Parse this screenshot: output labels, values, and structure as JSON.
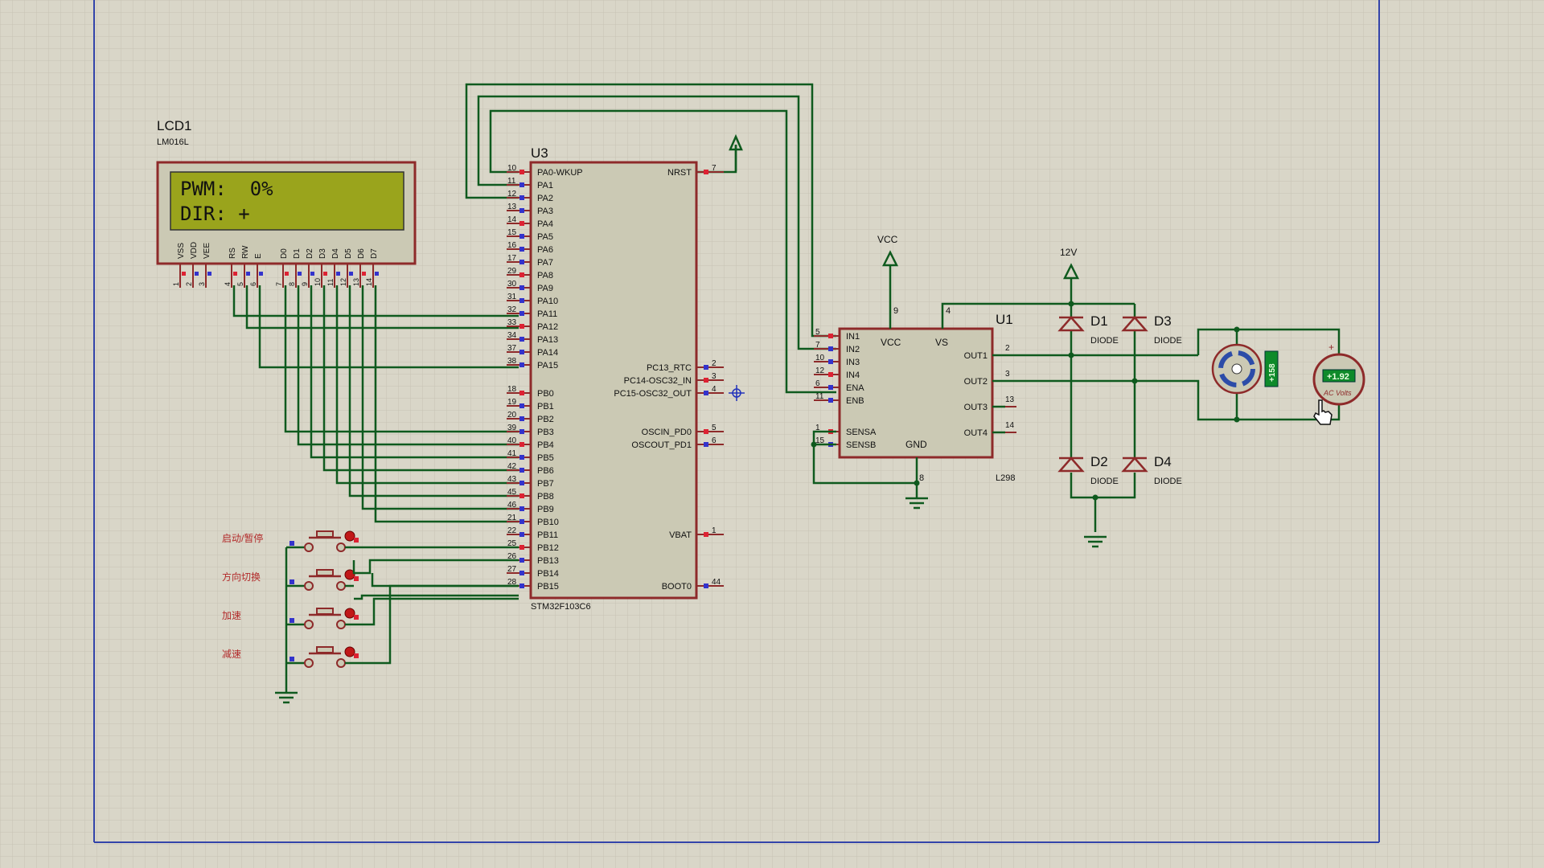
{
  "lcd": {
    "ref": "LCD1",
    "model": "LM016L",
    "line1": "PWM:  0%",
    "line2": "DIR: +",
    "pin_labels": [
      "VSS",
      "VDD",
      "VEE",
      "RS",
      "RW",
      "E",
      "D0",
      "D1",
      "D2",
      "D3",
      "D4",
      "D5",
      "D6",
      "D7"
    ],
    "pin_numbers": [
      "1",
      "2",
      "3",
      "4",
      "5",
      "6",
      "7",
      "8",
      "9",
      "10",
      "11",
      "12",
      "13",
      "14"
    ]
  },
  "mcu": {
    "ref": "U3",
    "part": "STM32F103C6",
    "left_pins": [
      {
        "num": "10",
        "name": "PA0-WKUP"
      },
      {
        "num": "11",
        "name": "PA1"
      },
      {
        "num": "12",
        "name": "PA2"
      },
      {
        "num": "13",
        "name": "PA3"
      },
      {
        "num": "14",
        "name": "PA4"
      },
      {
        "num": "15",
        "name": "PA5"
      },
      {
        "num": "16",
        "name": "PA6"
      },
      {
        "num": "17",
        "name": "PA7"
      },
      {
        "num": "29",
        "name": "PA8"
      },
      {
        "num": "30",
        "name": "PA9"
      },
      {
        "num": "31",
        "name": "PA10"
      },
      {
        "num": "32",
        "name": "PA11"
      },
      {
        "num": "33",
        "name": "PA12"
      },
      {
        "num": "34",
        "name": "PA13"
      },
      {
        "num": "37",
        "name": "PA14"
      },
      {
        "num": "38",
        "name": "PA15"
      },
      {
        "num": "18",
        "name": "PB0"
      },
      {
        "num": "19",
        "name": "PB1"
      },
      {
        "num": "20",
        "name": "PB2"
      },
      {
        "num": "39",
        "name": "PB3"
      },
      {
        "num": "40",
        "name": "PB4"
      },
      {
        "num": "41",
        "name": "PB5"
      },
      {
        "num": "42",
        "name": "PB6"
      },
      {
        "num": "43",
        "name": "PB7"
      },
      {
        "num": "45",
        "name": "PB8"
      },
      {
        "num": "46",
        "name": "PB9"
      },
      {
        "num": "21",
        "name": "PB10"
      },
      {
        "num": "22",
        "name": "PB11"
      },
      {
        "num": "25",
        "name": "PB12"
      },
      {
        "num": "26",
        "name": "PB13"
      },
      {
        "num": "27",
        "name": "PB14"
      },
      {
        "num": "28",
        "name": "PB15"
      }
    ],
    "right_pins": [
      {
        "num": "7",
        "name": "NRST"
      },
      {
        "num": "2",
        "name": "PC13_RTC"
      },
      {
        "num": "3",
        "name": "PC14-OSC32_IN"
      },
      {
        "num": "4",
        "name": "PC15-OSC32_OUT"
      },
      {
        "num": "5",
        "name": "OSCIN_PD0"
      },
      {
        "num": "6",
        "name": "OSCOUT_PD1"
      },
      {
        "num": "1",
        "name": "VBAT"
      },
      {
        "num": "44",
        "name": "BOOT0"
      }
    ]
  },
  "driver": {
    "ref": "U1",
    "part": "L298",
    "left_pins": [
      {
        "num": "5",
        "name": "IN1"
      },
      {
        "num": "7",
        "name": "IN2"
      },
      {
        "num": "10",
        "name": "IN3"
      },
      {
        "num": "12",
        "name": "IN4"
      },
      {
        "num": "6",
        "name": "ENA"
      },
      {
        "num": "11",
        "name": "ENB"
      },
      {
        "num": "1",
        "name": "SENSA"
      },
      {
        "num": "15",
        "name": "SENSB"
      }
    ],
    "top_labels": [
      "VCC",
      "VS"
    ],
    "top_nums": [
      "9",
      "4"
    ],
    "bottom_label": "GND",
    "bottom_num": "8",
    "right_pins": [
      {
        "num": "2",
        "name": "OUT1"
      },
      {
        "num": "3",
        "name": "OUT2"
      },
      {
        "num": "13",
        "name": "OUT3"
      },
      {
        "num": "14",
        "name": "OUT4"
      }
    ]
  },
  "power": {
    "vcc": "VCC",
    "v12": "12V"
  },
  "diodes": [
    {
      "ref": "D1",
      "type": "DIODE"
    },
    {
      "ref": "D3",
      "type": "DIODE"
    },
    {
      "ref": "D2",
      "type": "DIODE"
    },
    {
      "ref": "D4",
      "type": "DIODE"
    }
  ],
  "motor": {
    "readout": "+158"
  },
  "voltmeter": {
    "readout": "+1.92",
    "label": "AC Volts",
    "plus": "+"
  },
  "buttons": [
    {
      "label": "启动/暂停"
    },
    {
      "label": "方向切换"
    },
    {
      "label": "加速"
    },
    {
      "label": "减速"
    }
  ],
  "colors": {
    "background": "#d9d6c8",
    "grid": "#c9c6b8",
    "wire": "#0f5a1e",
    "component": "#8e2a2a",
    "chip_fill": "#cbc9b4",
    "lcd_screen": "#9aa41c",
    "frame": "#3344aa"
  }
}
